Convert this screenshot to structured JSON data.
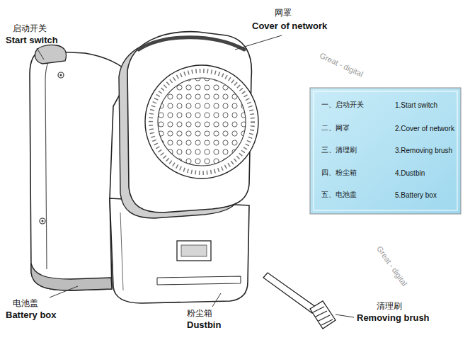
{
  "diagram": {
    "labels": [
      "启动开关",
      "Start switch",
      "网罩",
      "Cover of network",
      "一、启动开关",
      "1.Start switch",
      "二、网罩",
      "2.Cover of network",
      "三、清理刷",
      "3.Removing brush",
      "四、粉尘箱",
      "4.Dustbin",
      "五、电池盖",
      "5.Battery box",
      "电池盖",
      "Battery box",
      "粉尘箱",
      "Dustbin",
      "清理刷",
      "Removing brush",
      "Great - digital",
      "Great - digital"
    ]
  }
}
